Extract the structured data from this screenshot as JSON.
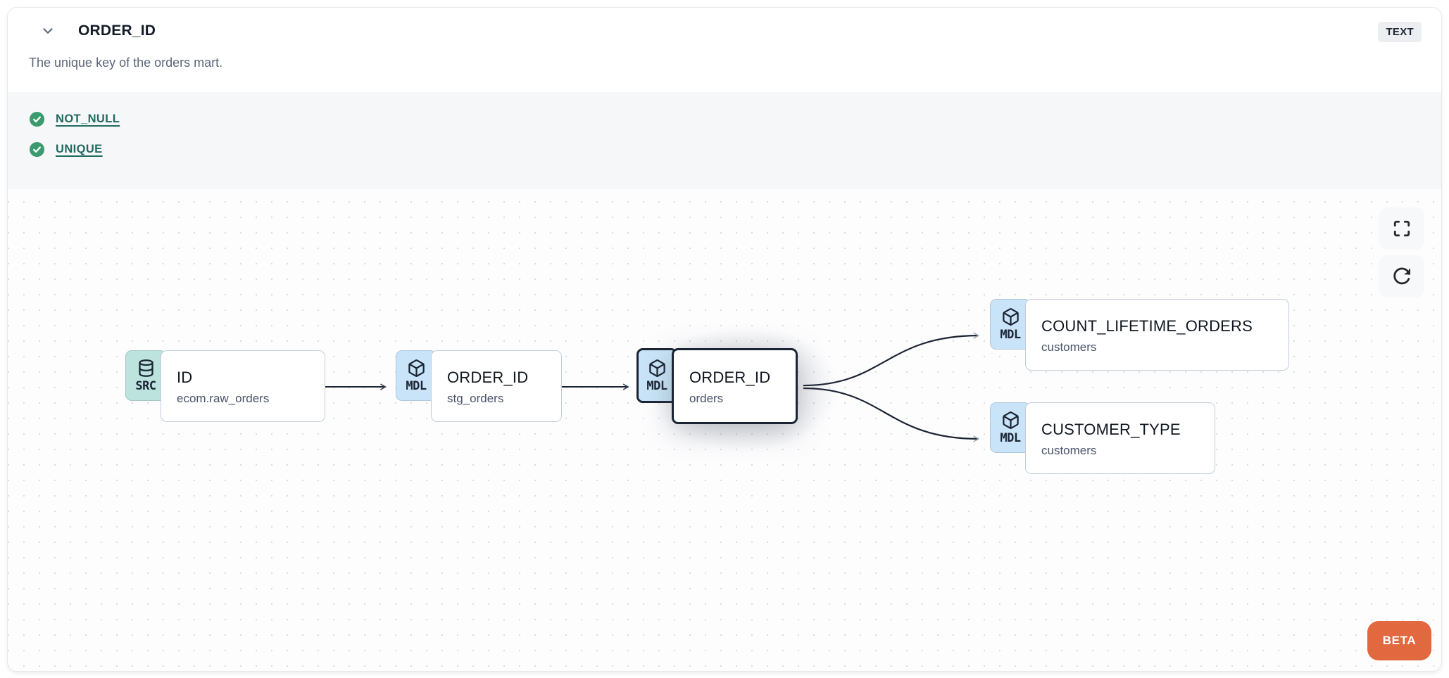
{
  "header": {
    "title": "ORDER_ID",
    "type_badge": "TEXT",
    "description": "The unique key of the orders mart."
  },
  "tests": {
    "items": [
      {
        "label": "NOT_NULL",
        "status": "passed",
        "icon": "check-circle-icon"
      },
      {
        "label": "UNIQUE",
        "status": "passed",
        "icon": "check-circle-icon"
      }
    ]
  },
  "canvas": {
    "controls": [
      {
        "name": "fullscreen",
        "icon": "fullscreen-icon"
      },
      {
        "name": "refresh",
        "icon": "refresh-icon"
      }
    ],
    "nodes": [
      {
        "badge": "SRC",
        "icon": "database-icon",
        "title": "ID",
        "subtitle": "ecom.raw_orders",
        "selected": false
      },
      {
        "badge": "MDL",
        "icon": "cube-icon",
        "title": "ORDER_ID",
        "subtitle": "stg_orders",
        "selected": false
      },
      {
        "badge": "MDL",
        "icon": "cube-icon",
        "title": "ORDER_ID",
        "subtitle": "orders",
        "selected": true
      },
      {
        "badge": "MDL",
        "icon": "cube-icon",
        "title": "COUNT_LIFETIME_ORDERS",
        "subtitle": "customers",
        "selected": false
      },
      {
        "badge": "MDL",
        "icon": "cube-icon",
        "title": "CUSTOMER_TYPE",
        "subtitle": "customers",
        "selected": false
      }
    ],
    "beta_label": "BETA"
  },
  "colors": {
    "accent_orange": "#E2683F",
    "src_badge_teal": "#BDE3DE",
    "mdl_badge_blue": "#C9E4F8",
    "link_teal": "#1F6B60",
    "check_green": "#3B9A6E",
    "edge_dark": "#1B2433",
    "selected_border": "#1B2433"
  }
}
